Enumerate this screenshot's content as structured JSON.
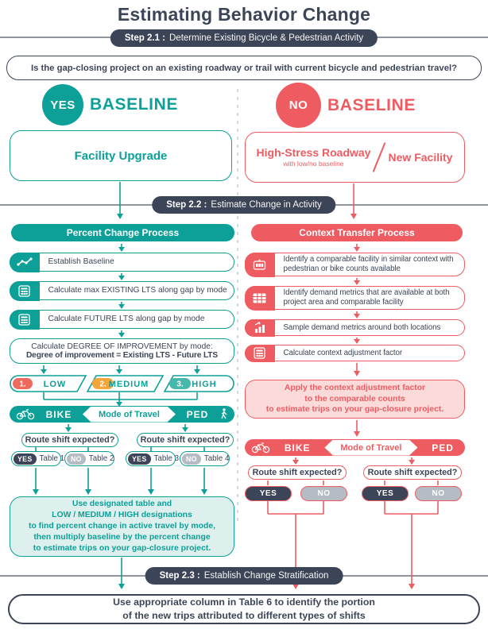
{
  "title": "Estimating Behavior Change",
  "question": "Is the gap-closing project on an existing roadway or trail with current bicycle and pedestrian travel?",
  "steps": {
    "step21": {
      "label": "Step 2.1 :",
      "text": "Determine Existing Bicycle & Pedestrian Activity"
    },
    "step22": {
      "label": "Step 2.2 :",
      "text": "Estimate Change in Activity"
    },
    "step23": {
      "label": "Step 2.3 :",
      "text": "Establish Change Stratification"
    }
  },
  "yes": {
    "badge": "YES",
    "badge_suffix": "BASELINE",
    "facility_box": "Facility Upgrade",
    "process_title": "Percent Change Process",
    "steps": [
      {
        "icon": "line-chart",
        "text": "Establish Baseline"
      },
      {
        "icon": "calculator",
        "text": "Calculate max EXISTING LTS along gap by mode"
      },
      {
        "icon": "calculator",
        "text": "Calculate FUTURE LTS along gap by mode"
      }
    ],
    "degree_box": {
      "line1": "Calculate DEGREE OF IMPROVEMENT by mode:",
      "line2": "Degree of improvement = Existing LTS - Future LTS"
    },
    "levels": [
      {
        "num": "1.",
        "label": "LOW",
        "color": "#ed6a5e"
      },
      {
        "num": "2.",
        "label": "MEDIUM",
        "color": "#f4a63b"
      },
      {
        "num": "3.",
        "label": "HIGH",
        "color": "#47b8ac"
      }
    ],
    "mode_band": {
      "left": "BIKE",
      "center": "Mode of Travel",
      "right": "PED"
    },
    "route_question": "Route shift expected?",
    "tables": [
      {
        "chip": "YES",
        "label": "Table 1"
      },
      {
        "chip": "NO",
        "label": "Table 2"
      },
      {
        "chip": "YES",
        "label": "Table 3"
      },
      {
        "chip": "NO",
        "label": "Table 4"
      }
    ],
    "summary": [
      "Use designated table and",
      "LOW / MEDIUM / HIGH designations",
      "to find percent change in active travel by mode,",
      "then multiply baseline by the percent change",
      "to estimate trips on your gap-closure project."
    ]
  },
  "no": {
    "badge": "NO",
    "badge_suffix": "BASELINE",
    "facility_box": {
      "left_title": "High-Stress Roadway",
      "left_sub": "with low/no baseline",
      "right_title": "New Facility"
    },
    "process_title": "Context Transfer Process",
    "steps": [
      {
        "icon": "counter",
        "text": "Identify a comparable facility in similar context with pedestrian or bike counts available"
      },
      {
        "icon": "table",
        "text": "Identify demand metrics that are available at both project area and comparable facility"
      },
      {
        "icon": "bar-chart",
        "text": "Sample demand metrics around both locations"
      },
      {
        "icon": "calculator",
        "text": "Calculate context adjustment factor"
      }
    ],
    "apply_box": [
      "Apply the context adjustment factor",
      "to the comparable counts",
      "to estimate trips on your gap-closure project."
    ],
    "mode_band": {
      "left": "BIKE",
      "center": "Mode of Travel",
      "right": "PED"
    },
    "route_question": "Route shift expected?",
    "decisions": [
      "YES",
      "NO",
      "YES",
      "NO"
    ]
  },
  "footer": [
    "Use appropriate column in Table 6 to identify the portion",
    "of the new trips attributed to different types of shifts"
  ],
  "colors": {
    "navy": "#3c4557",
    "teal": "#0da099",
    "teal_light": "#47b8ac",
    "mint": "#def0ed",
    "coral": "#ee5c62",
    "salmon": "#ed6a5e",
    "amber": "#f4a63b",
    "pink": "#fbdada",
    "gray_chip": "#b6bcc4",
    "rule_gray": "#8f959d"
  }
}
